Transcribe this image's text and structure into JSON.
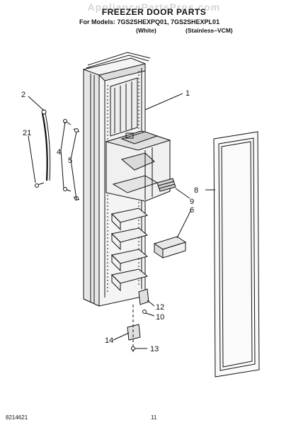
{
  "watermark": "AppliancePartsPros.com",
  "title": "FREEZER DOOR PARTS",
  "models_line": "For Models: 7GS2SHEXPQ01, 7GS2SHEXPL01",
  "variants": [
    "(White)",
    "(Stainless–VCM)"
  ],
  "callouts": [
    "1",
    "2",
    "21",
    "4",
    "5",
    "8",
    "9",
    "6",
    "12",
    "10",
    "14",
    "13"
  ],
  "footer": {
    "doc_number": "8214621",
    "page_number": "11"
  }
}
